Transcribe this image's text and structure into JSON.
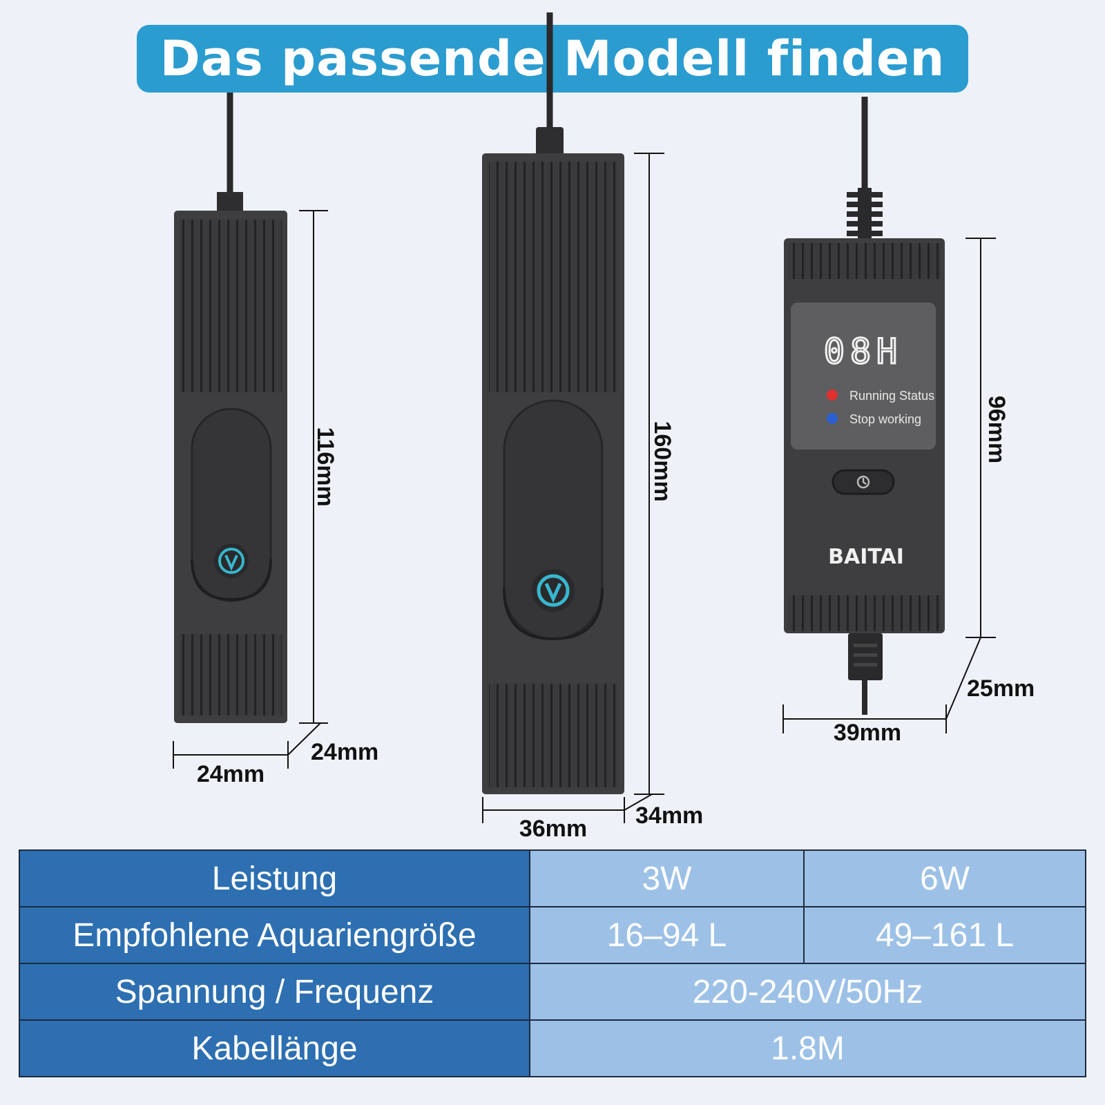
{
  "title": "Das passende Modell finden",
  "models": [
    {
      "id": "3w",
      "height": "116mm",
      "width": "24mm",
      "depth": "24mm"
    },
    {
      "id": "6w",
      "height": "160mm",
      "width": "36mm",
      "depth": "34mm"
    },
    {
      "id": "controller",
      "height": "96mm",
      "width": "39mm",
      "depth": "25mm",
      "display": "08H",
      "brand": "BAITAI",
      "status_running": "Running Status",
      "status_stop": "Stop working"
    }
  ],
  "colors": {
    "banner": "#2b9cd0",
    "label_cell": "#2d6fb1",
    "value_cell": "#9dc1e6",
    "device": "#3e3e40"
  },
  "table": {
    "rows": [
      {
        "label": "Leistung",
        "values": [
          "3W",
          "6W"
        ]
      },
      {
        "label": "Empfohlene Aquariengröße",
        "values": [
          "16–94 L",
          "49–161 L"
        ]
      },
      {
        "label": "Spannung / Frequenz",
        "value": "220-240V/50Hz"
      },
      {
        "label": "Kabellänge",
        "value": "1.8M"
      }
    ]
  }
}
